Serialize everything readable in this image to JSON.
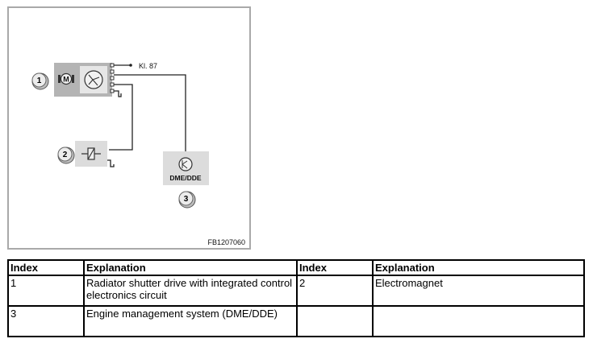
{
  "diagram": {
    "terminal_label": "Kl. 87",
    "motor_label": "M",
    "dme_label": "DME/DDE",
    "figure_id": "FB1207060",
    "callouts": [
      "1",
      "2",
      "3"
    ]
  },
  "table": {
    "headers": [
      "Index",
      "Explanation",
      "Index",
      "Explanation"
    ],
    "rows": [
      [
        "1",
        "Radiator shutter drive with integrated control electronics circuit",
        "2",
        "Electromagnet"
      ],
      [
        "3",
        "Engine management system (DME/DDE)",
        "",
        ""
      ]
    ]
  },
  "colors": {
    "component_fill": "#c8c8c8",
    "component_light": "#dcdcdc",
    "wire": "#222222",
    "frame": "#a9a9a9"
  }
}
